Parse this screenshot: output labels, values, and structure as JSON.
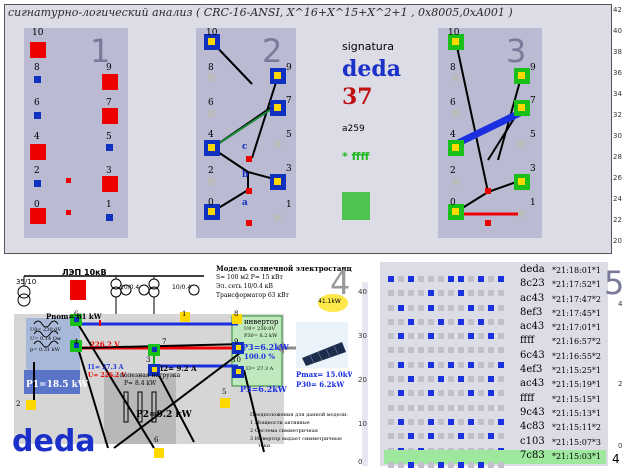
{
  "title": "сигнатурно-логический анализ ( CRC-16-ANSI,  X^16+X^15+X^2+1 , 0x8005,0xA001 )",
  "panel1": {
    "number": "1",
    "labels": [
      "10",
      "9",
      "8",
      "7",
      "6",
      "5",
      "4",
      "3",
      "2",
      "1",
      "0"
    ]
  },
  "panel2": {
    "number": "2",
    "labels": [
      "10",
      "9",
      "8",
      "7",
      "6",
      "5",
      "4",
      "3",
      "2",
      "1",
      "0"
    ],
    "gates": [
      "c",
      "b",
      "a"
    ]
  },
  "panel3": {
    "number": "3",
    "labels": [
      "10",
      "9",
      "8",
      "7",
      "6",
      "5",
      "4",
      "3",
      "2",
      "1",
      "0"
    ]
  },
  "signature": {
    "heading": "signatura",
    "word": "deda",
    "value": "37",
    "hex": "a259",
    "stars": "* ffff"
  },
  "right_ruler": [
    "42",
    "40",
    "38",
    "36",
    "34",
    "32",
    "30",
    "28",
    "26",
    "24",
    "22",
    "20"
  ],
  "power": {
    "lep": "ЛЭП 10кВ",
    "t1": "35/10",
    "t2": "10/0.4",
    "t3": "10/0.4",
    "model_title": "Модель солнечной электростанции",
    "model_s": "S= 100 м2  P= 15 кВт",
    "model_net": "Эл. сеть 10/0.4 кВ",
    "model_trans": "Трансформатор 63 кВт",
    "pnom": "Pnom= 61 kW",
    "u_left": "U0= 230.0V",
    "u_left2": "U= 0.14 Ом",
    "u_left3": "p= 0.31 kW",
    "i1": "226.2 V",
    "p1": "P1=18.5 kW",
    "i_mid": "I1= 27.3 A",
    "u_mid": "U= 226.2 V",
    "i_2": "I2= 9.2 A",
    "pload": "P= 8.4 kW",
    "load_name": "полезная нагрузка",
    "p2": "P2=9.2 kW",
    "inv": "инвертор",
    "inv_u": "U0= 230.0V",
    "inv_p": "P30= 6.2 kW",
    "p3a": "P3=6.2kW",
    "pct": "100.0 %",
    "p3b": "P3=6.2kW",
    "ieq": "I3= 27.3 A",
    "sun_p": "41.1kW",
    "pmax": "Pmax= 15.0kW",
    "p30": "P30= 6.2kW",
    "notes_title": "Предположения для данной модели:",
    "note1": "1 Мощности активные",
    "note2": "2 Система симметричная",
    "note3": "3 Инвертор выдает симметричные",
    "note3b": "токи",
    "big4": "4",
    "deda": "deda",
    "nodes": [
      "1",
      "2",
      "3",
      "4",
      "5",
      "6",
      "7",
      "8",
      "9",
      "10"
    ],
    "ruler": [
      "40",
      "30",
      "20",
      "10",
      "0"
    ]
  },
  "table": {
    "number": "5",
    "rows": [
      {
        "code": "deda",
        "time": "*21:18:01*1"
      },
      {
        "code": "8c23",
        "time": "*21:17:52*1"
      },
      {
        "code": "ac43",
        "time": "*21:17:47*2"
      },
      {
        "code": "8ef3",
        "time": "*21:17:45*1"
      },
      {
        "code": "ac43",
        "time": "*21:17:01*1"
      },
      {
        "code": "ffff",
        "time": "*21:16:57*2"
      },
      {
        "code": "6c43",
        "time": "*21:16:55*2"
      },
      {
        "code": "4ef3",
        "time": "*21:15:25*1"
      },
      {
        "code": "ac43",
        "time": "*21:15:19*1"
      },
      {
        "code": "ffff",
        "time": "*21:15:15*1"
      },
      {
        "code": "9c43",
        "time": "*21:15:13*1"
      },
      {
        "code": "4c83",
        "time": "*21:15:11*2"
      },
      {
        "code": "c103",
        "time": "*21:15:07*3"
      },
      {
        "code": "7c83",
        "time": "*21:15:03*1"
      }
    ],
    "ruler": [
      "4",
      "2",
      "0"
    ],
    "corner": "4"
  }
}
